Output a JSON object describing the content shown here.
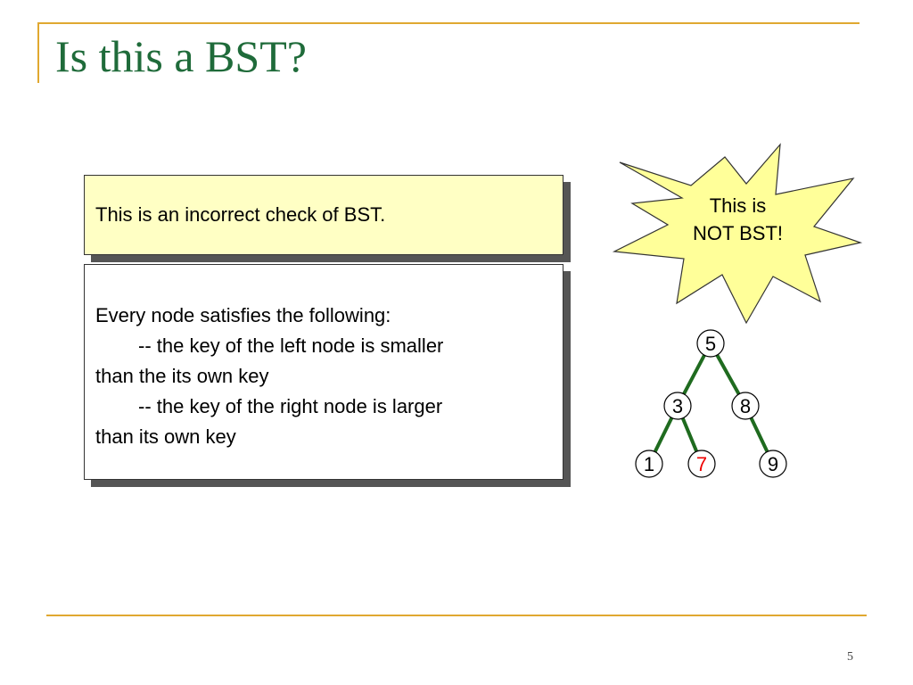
{
  "slide": {
    "title": "Is this a BST?",
    "page_number": "5"
  },
  "note_box": {
    "text": "This is an incorrect check of BST."
  },
  "rule_box": {
    "line1": "Every node satisfies the following:",
    "line2": "-- the key of the left node is smaller",
    "line3": "than the its own key",
    "line4": "-- the key of the right node is larger",
    "line5": "than its own key"
  },
  "starburst": {
    "line1": "This is",
    "line2": "NOT BST!",
    "fill_color": "#ffff99"
  },
  "tree": {
    "edge_color": "#1f6b1f",
    "highlight_color": "#ee0000",
    "nodes": [
      {
        "label": "5",
        "highlight": false
      },
      {
        "label": "3",
        "highlight": false
      },
      {
        "label": "8",
        "highlight": false
      },
      {
        "label": "1",
        "highlight": false
      },
      {
        "label": "7",
        "highlight": true
      },
      {
        "label": "9",
        "highlight": false
      }
    ]
  },
  "colors": {
    "title": "#1f6b3a",
    "accent_rule": "#e0a830",
    "note_box_bg": "#ffffc4"
  }
}
